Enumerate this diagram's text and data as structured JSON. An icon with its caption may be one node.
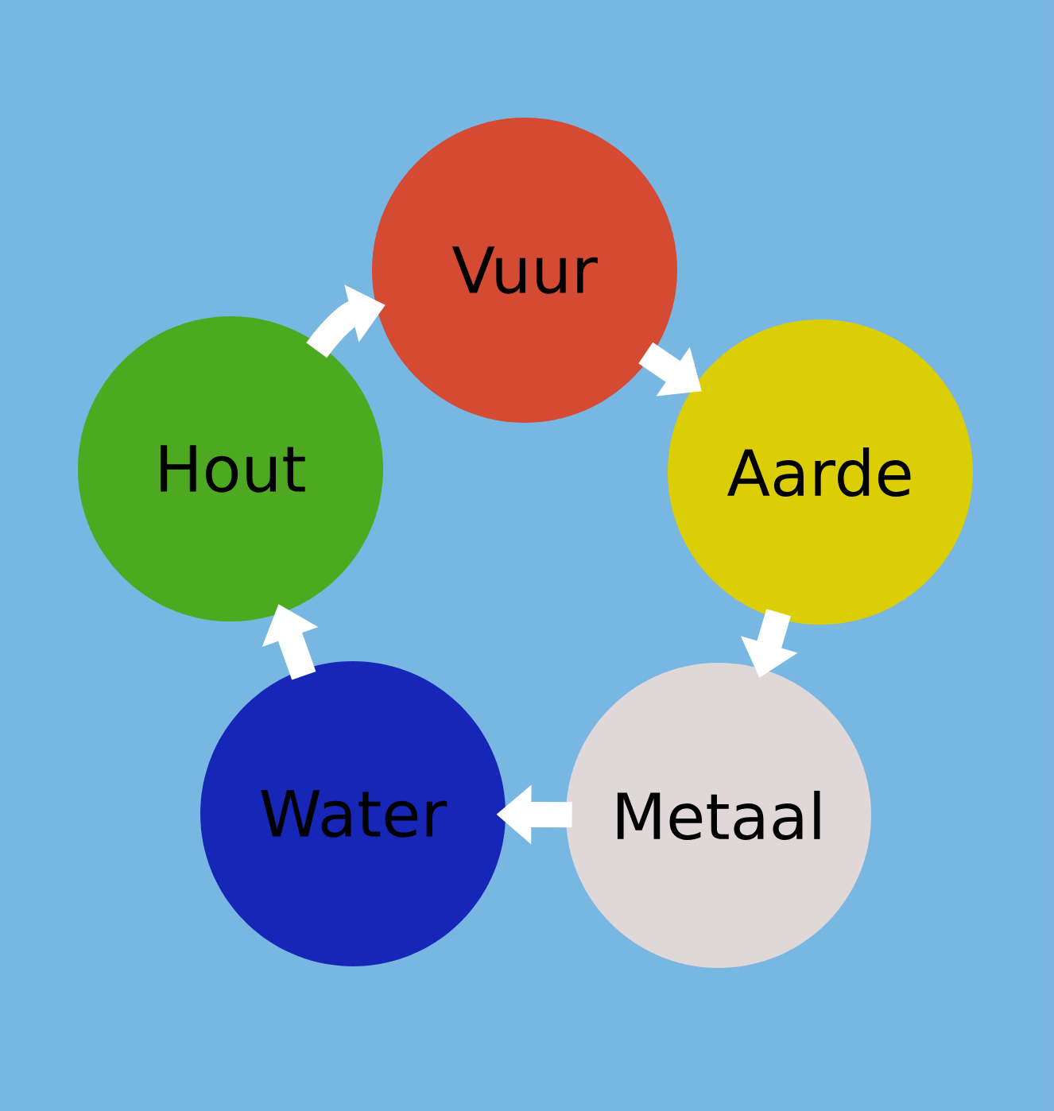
{
  "diagram": {
    "nodes": [
      {
        "text": [
          "Vuur"
        ]
      },
      {
        "text": [
          "Aarde"
        ]
      },
      {
        "text": [
          "Metaal"
        ]
      },
      {
        "text": [
          "Water"
        ]
      },
      {
        "text": [
          "Hout"
        ]
      }
    ],
    "edges": [
      {
        "from": 0,
        "to": 1,
        "arrow": "to"
      },
      {
        "from": 1,
        "to": 2,
        "arrow": "to"
      },
      {
        "from": 2,
        "to": 3,
        "arrow": "to"
      },
      {
        "from": 3,
        "to": 4,
        "arrow": "to"
      },
      {
        "from": 4,
        "to": 0,
        "arrow": "to"
      }
    ]
  }
}
